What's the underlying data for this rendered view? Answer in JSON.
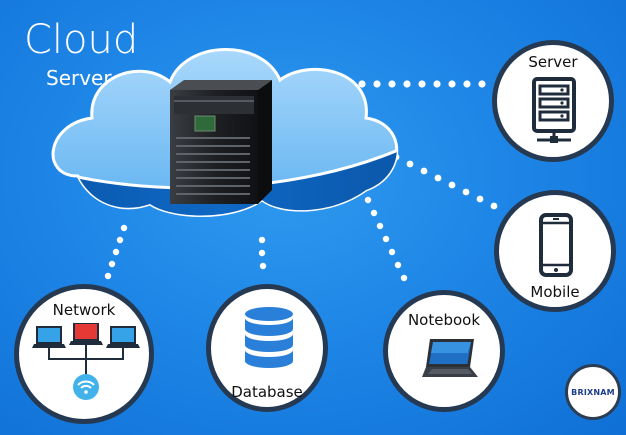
{
  "diagram": {
    "title": "Cloud",
    "subtitle": "Server",
    "nodes": {
      "server": {
        "label": "Server",
        "icon": "server-rack-icon"
      },
      "mobile": {
        "label": "Mobile",
        "icon": "mobile-phone-icon"
      },
      "notebook": {
        "label": "Notebook",
        "icon": "laptop-icon"
      },
      "database": {
        "label": "Database",
        "icon": "database-icon"
      },
      "network": {
        "label": "Network",
        "icon": "network-icon"
      }
    },
    "logo_text": "BRIXNAM",
    "colors": {
      "background": "#1e86e6",
      "cloud": "#7ec3f5",
      "cloud_band": "#0b5fb8",
      "node_border": "#253a52",
      "icon_dark": "#1f2c3c",
      "db_blue": "#2a7fd8",
      "laptop_red": "#e53935",
      "laptop_blue": "#36a3e8",
      "wifi": "#42b3ea"
    }
  }
}
